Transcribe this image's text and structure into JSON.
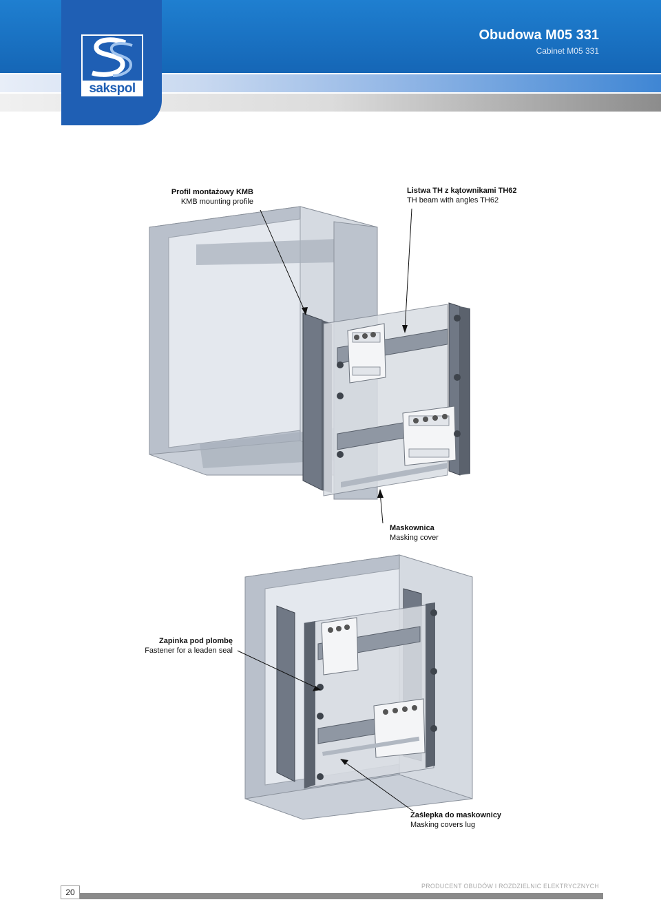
{
  "header": {
    "title": "Obudowa M05 331",
    "subtitle": "Cabinet M05 331",
    "logo_text": "sakspol",
    "accent_color": "#1f7fd0",
    "logo_color": "#1f5fb4"
  },
  "callouts_top": {
    "kmb": {
      "pl": "Profil montażowy KMB",
      "en": "KMB mounting profile"
    },
    "th": {
      "pl": "Listwa TH z kątownikami TH62",
      "en": "TH beam with angles TH62"
    },
    "mask": {
      "pl": "Maskownica",
      "en": "Masking cover"
    }
  },
  "callouts_bottom": {
    "fastener": {
      "pl": "Zapinka pod plombę",
      "en": "Fastener for a leaden seal"
    },
    "lug": {
      "pl": "Zaślepka do maskownicy",
      "en": "Masking covers lug"
    }
  },
  "footer": {
    "page_number": "20",
    "producer": "PRODUCENT OBUDÓW I ROZDZIELNIC ELEKTRYCZNYCH"
  }
}
